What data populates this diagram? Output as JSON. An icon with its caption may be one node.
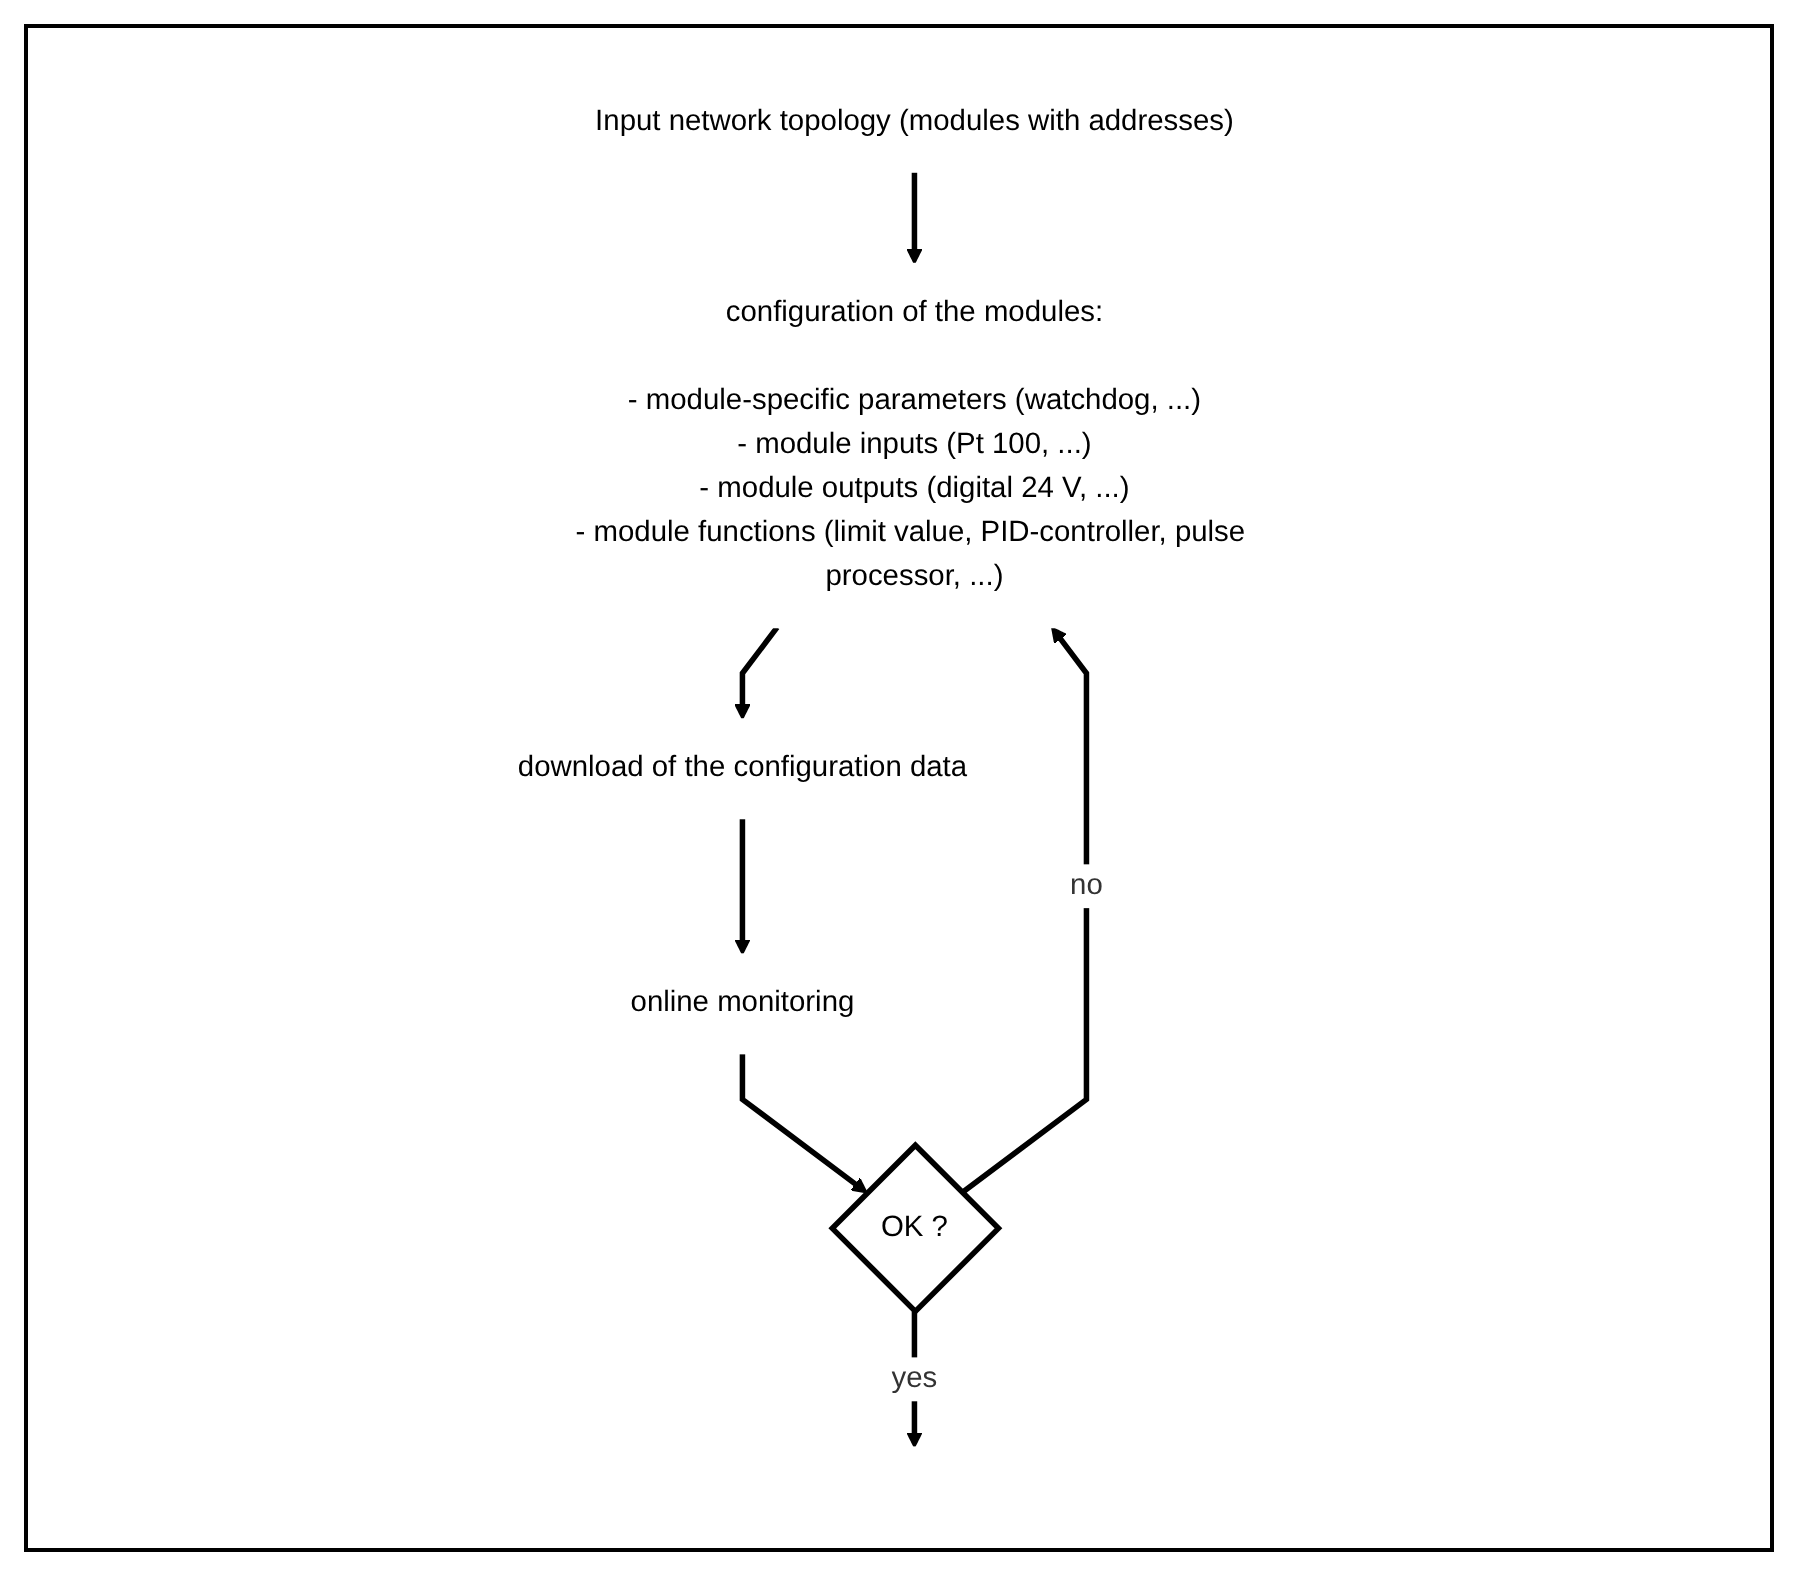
{
  "diagram": {
    "nodes": [
      {
        "text": [
          "Input network topology (modules with addresses)"
        ]
      },
      {
        "text": [
          "configuration of the modules:",
          "- module-specific parameters (watchdog, ...)",
          "- module inputs (Pt 100, ...)",
          "- module outputs (digital 24 V, ...)",
          "- module functions (limit value, PID-controller, pulse processor, ...)"
        ]
      },
      {
        "text": [
          "download of the configuration data"
        ]
      },
      {
        "text": [
          "online monitoring"
        ]
      },
      {
        "text": [
          "OK ?"
        ]
      }
    ],
    "edges": [
      {
        "from": 0,
        "to": 1,
        "arrow": "to"
      },
      {
        "from": 1,
        "to": 2,
        "arrow": "to"
      },
      {
        "from": 2,
        "to": 3,
        "arrow": "to"
      },
      {
        "from": 3,
        "to": 4,
        "arrow": "to"
      },
      {
        "from": 4,
        "to": 1,
        "arrow": "to",
        "label": "no"
      },
      {
        "from": 4,
        "to": null,
        "arrow": "to",
        "label": "yes"
      }
    ]
  }
}
